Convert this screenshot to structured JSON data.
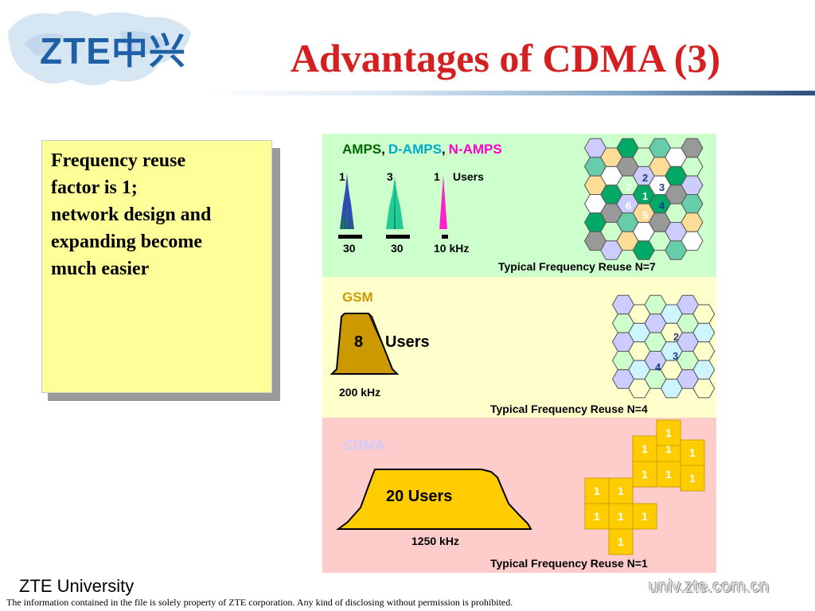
{
  "logo": {
    "text": "ZTE中兴"
  },
  "title": "Advantages of CDMA (3)",
  "note": {
    "lines": [
      "Frequency reuse",
      "factor is 1;",
      "network design and",
      "expanding become",
      "much easier"
    ]
  },
  "figure": {
    "amps": {
      "heading_amps": "AMPS",
      "heading_sep1": ",",
      "heading_damps": "D-AMPS",
      "heading_sep2": ",",
      "heading_namps": "N-AMPS",
      "user_counts": [
        "1",
        "3",
        "1"
      ],
      "users_label": "Users",
      "bandwidths": [
        "30",
        "30",
        "10 kHz"
      ],
      "reuse_caption": "Typical Frequency Reuse N=7",
      "cell_labels": [
        "2",
        "7",
        "1",
        "3",
        "6",
        "4",
        "5"
      ]
    },
    "gsm": {
      "heading": "GSM",
      "users_count": "8",
      "users_label": "Users",
      "bandwidth": "200 kHz",
      "reuse_caption": "Typical Frequency Reuse N=4",
      "cell_labels": [
        "2",
        "3",
        "4"
      ]
    },
    "cdma": {
      "heading": "CDMA",
      "users_label": "20 Users",
      "bandwidth": "1250 kHz",
      "reuse_caption": "Typical Frequency Reuse N=1",
      "cell_label": "1"
    },
    "colors": {
      "amps_bg": "#ccffcc",
      "gsm_bg": "#ffffcc",
      "cdma_bg": "#ffcccc",
      "amps": "#006600",
      "damps": "#00aacc",
      "namps": "#ff00cc",
      "gsm": "#cc9900",
      "cdma": "#ccccff",
      "cdma_carrier": "#ffcc00"
    }
  },
  "footer": {
    "org": "ZTE University",
    "url": "univ.zte.com.cn",
    "disclaimer": "The information contained in the file is solely property of ZTE corporation. Any kind of disclosing without permission is prohibited."
  }
}
